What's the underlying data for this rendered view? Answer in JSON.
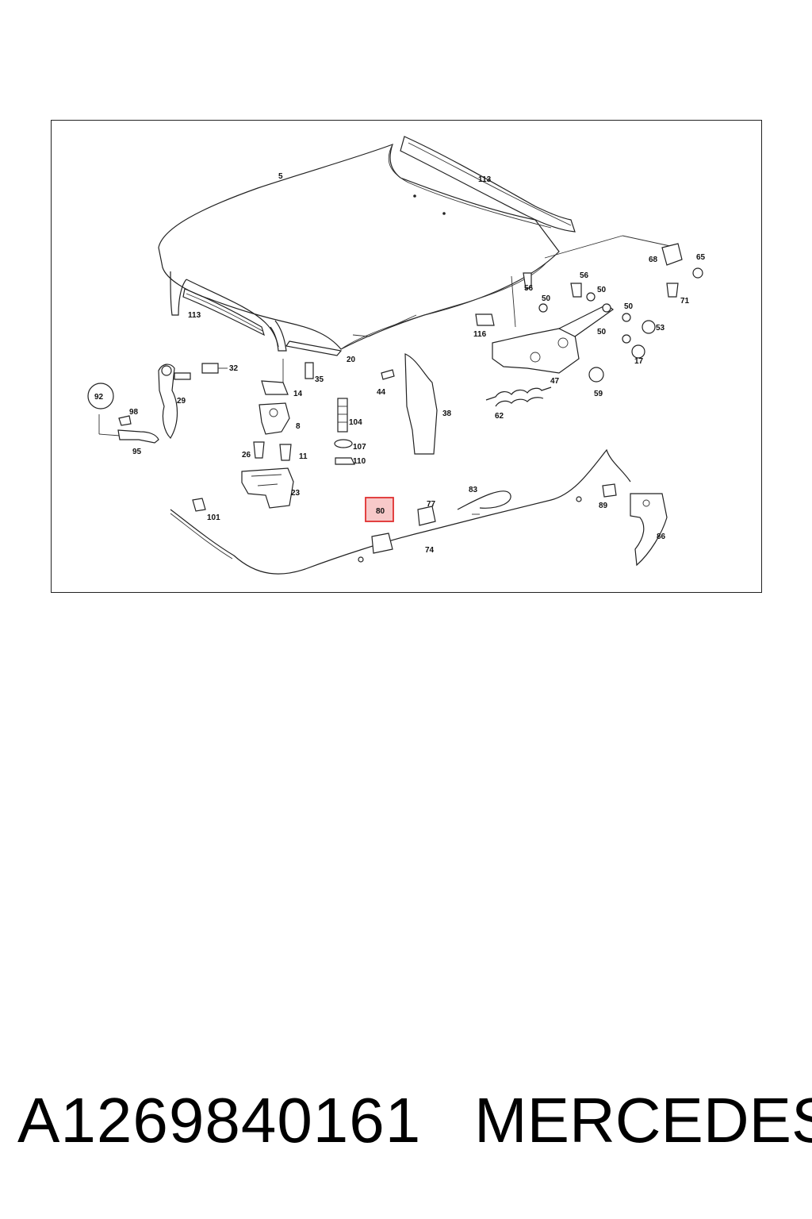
{
  "highlight": {
    "label": "80",
    "color": "#e03030",
    "fill": "#f7c9c9"
  },
  "labels": {
    "hood": "5",
    "seal_top": "113",
    "seal_side": "113",
    "seal_bottom": "20",
    "bolt_32": "32",
    "hinge_29": "29",
    "circle_92": "92",
    "clip_98": "98",
    "bracket_95": "95",
    "screw_35": "35",
    "plate_14": "14",
    "latch_8": "8",
    "screw_26": "26",
    "screw_11": "11",
    "latch_23": "23",
    "cable_101": "101",
    "bolt_104": "104",
    "washer_107": "107",
    "nut_110": "110",
    "clip_44": "44",
    "panel_38": "38",
    "stop_116": "116",
    "bracket_56a": "56",
    "bracket_56b": "56",
    "washer_50a": "50",
    "washer_50b": "50",
    "washer_50c": "50",
    "washer_50d": "50",
    "bracket_68": "68",
    "bolt_65": "65",
    "bolt_71": "71",
    "bumper_53": "53",
    "bumper_17": "17",
    "hinge_47": "47",
    "nut_59": "59",
    "spring_62": "62",
    "tie_83": "83",
    "clip_77": "77",
    "cable_74": "74",
    "screw_89": "89",
    "handle_86": "86"
  },
  "footer": {
    "part_number": "A1269840161",
    "brand": "MERCEDES"
  }
}
